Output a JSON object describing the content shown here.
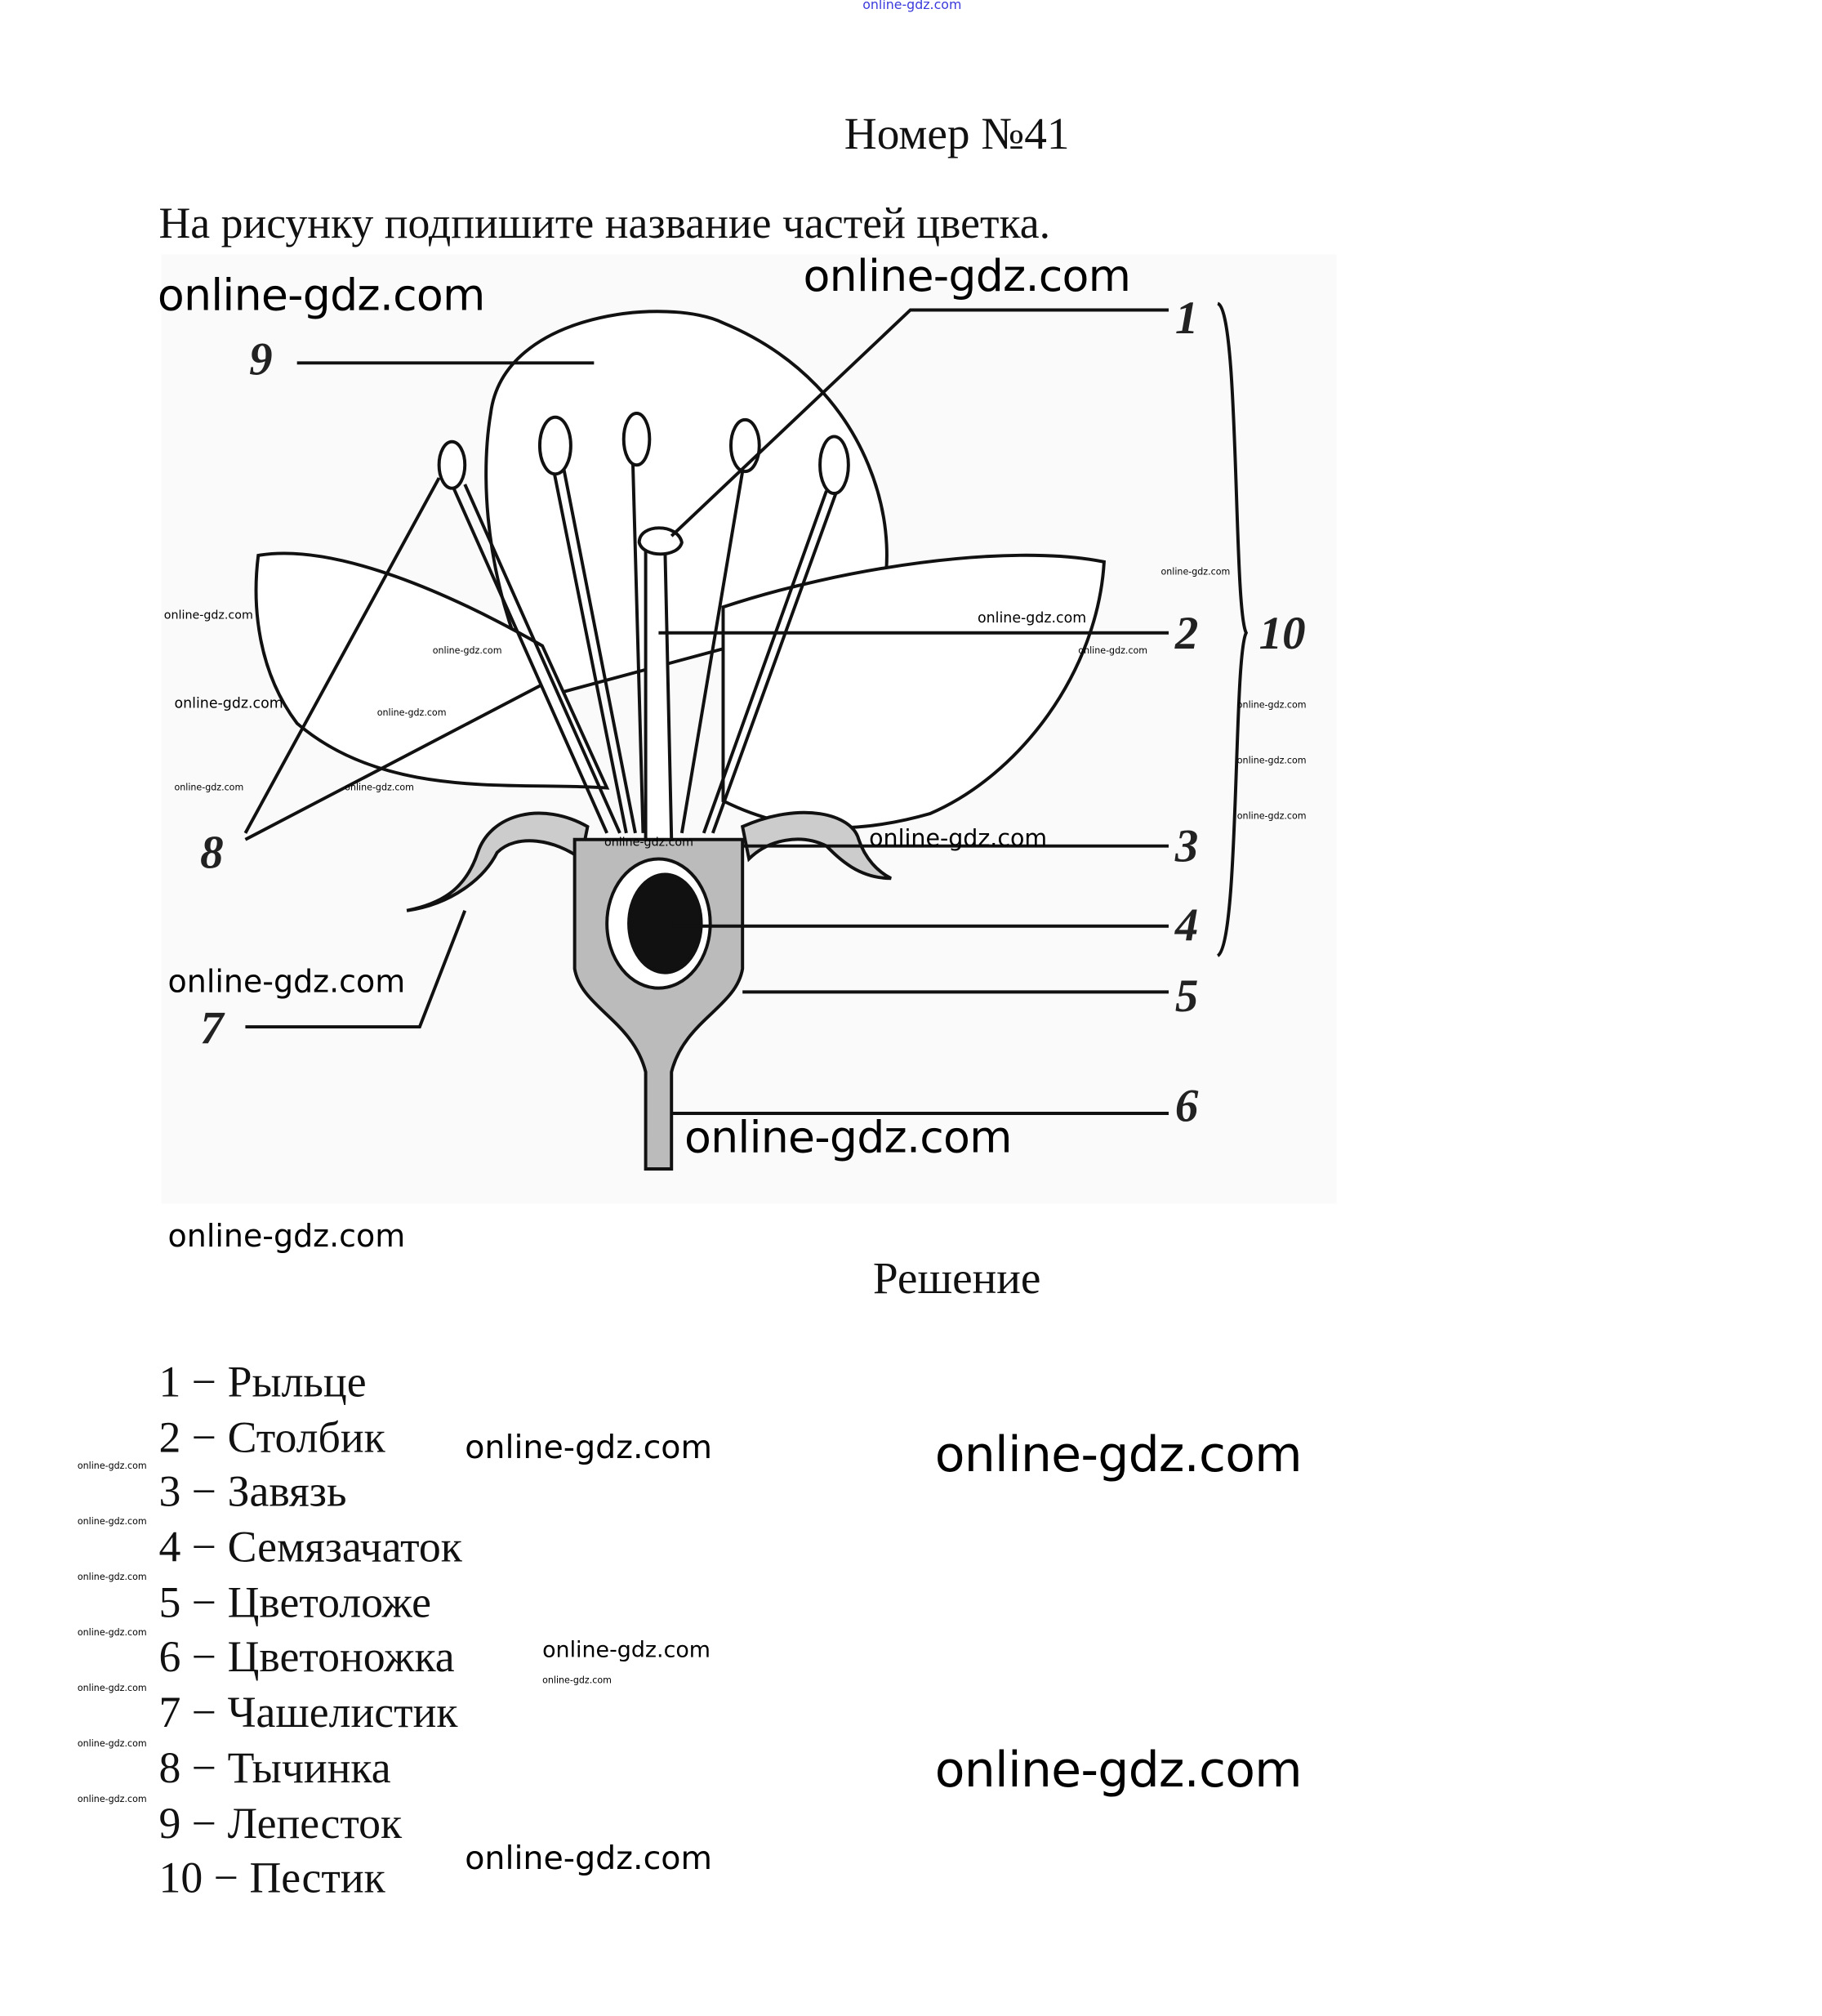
{
  "header": {
    "top_watermark": "online-gdz.com",
    "title": "Номер №41"
  },
  "question": "На рисунку подпишите название частей цветка.",
  "figure": {
    "labels": [
      "1",
      "2",
      "3",
      "4",
      "5",
      "6",
      "7",
      "8",
      "9",
      "10"
    ]
  },
  "solution": {
    "title": "Решение",
    "answers": [
      "1 − Рыльце",
      "2 − Столбик",
      "3 − Завязь",
      "4 − Семязачаток",
      "5 − Цветоложе",
      "6 − Цветоножка",
      "7 − Чашелистик",
      "8 − Тычинка",
      "9 − Лепесток",
      "10 − Пестик"
    ]
  },
  "watermark": "online-gdz.com",
  "colors": {
    "top_watermark": "#3a3adc",
    "text": "#111111"
  }
}
